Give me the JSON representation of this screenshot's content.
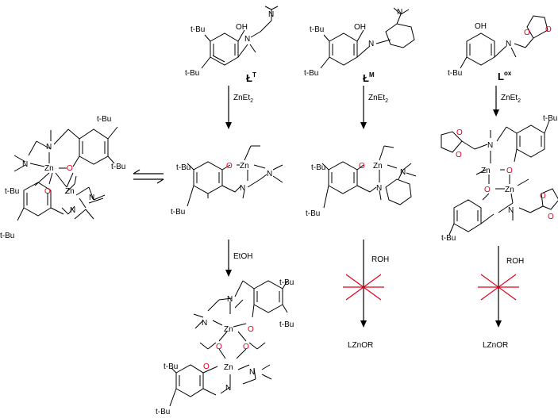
{
  "ligands": {
    "LT": {
      "label": "Ł",
      "sup": "T",
      "tbu1": "t-Bu",
      "tbu2": "t-Bu",
      "oh": "OH",
      "n": "N"
    },
    "LM": {
      "label": "Ł",
      "sup": "M",
      "tbu1": "t-Bu",
      "tbu2": "t-Bu",
      "oh": "OH",
      "n": "N"
    },
    "LOX": {
      "label": "L",
      "sup": "ox",
      "tbu1": "t-Bu",
      "oh": "OH",
      "n": "N"
    }
  },
  "reagents": {
    "zinc_reagent": "ZnEt",
    "zinc_sub": "2",
    "ethanol": "EtOH",
    "alcohol": "ROH",
    "product": "LZnOR"
  },
  "atoms": {
    "tbu": "t-Bu",
    "zn": "Zn",
    "o": "O",
    "n": "N"
  }
}
